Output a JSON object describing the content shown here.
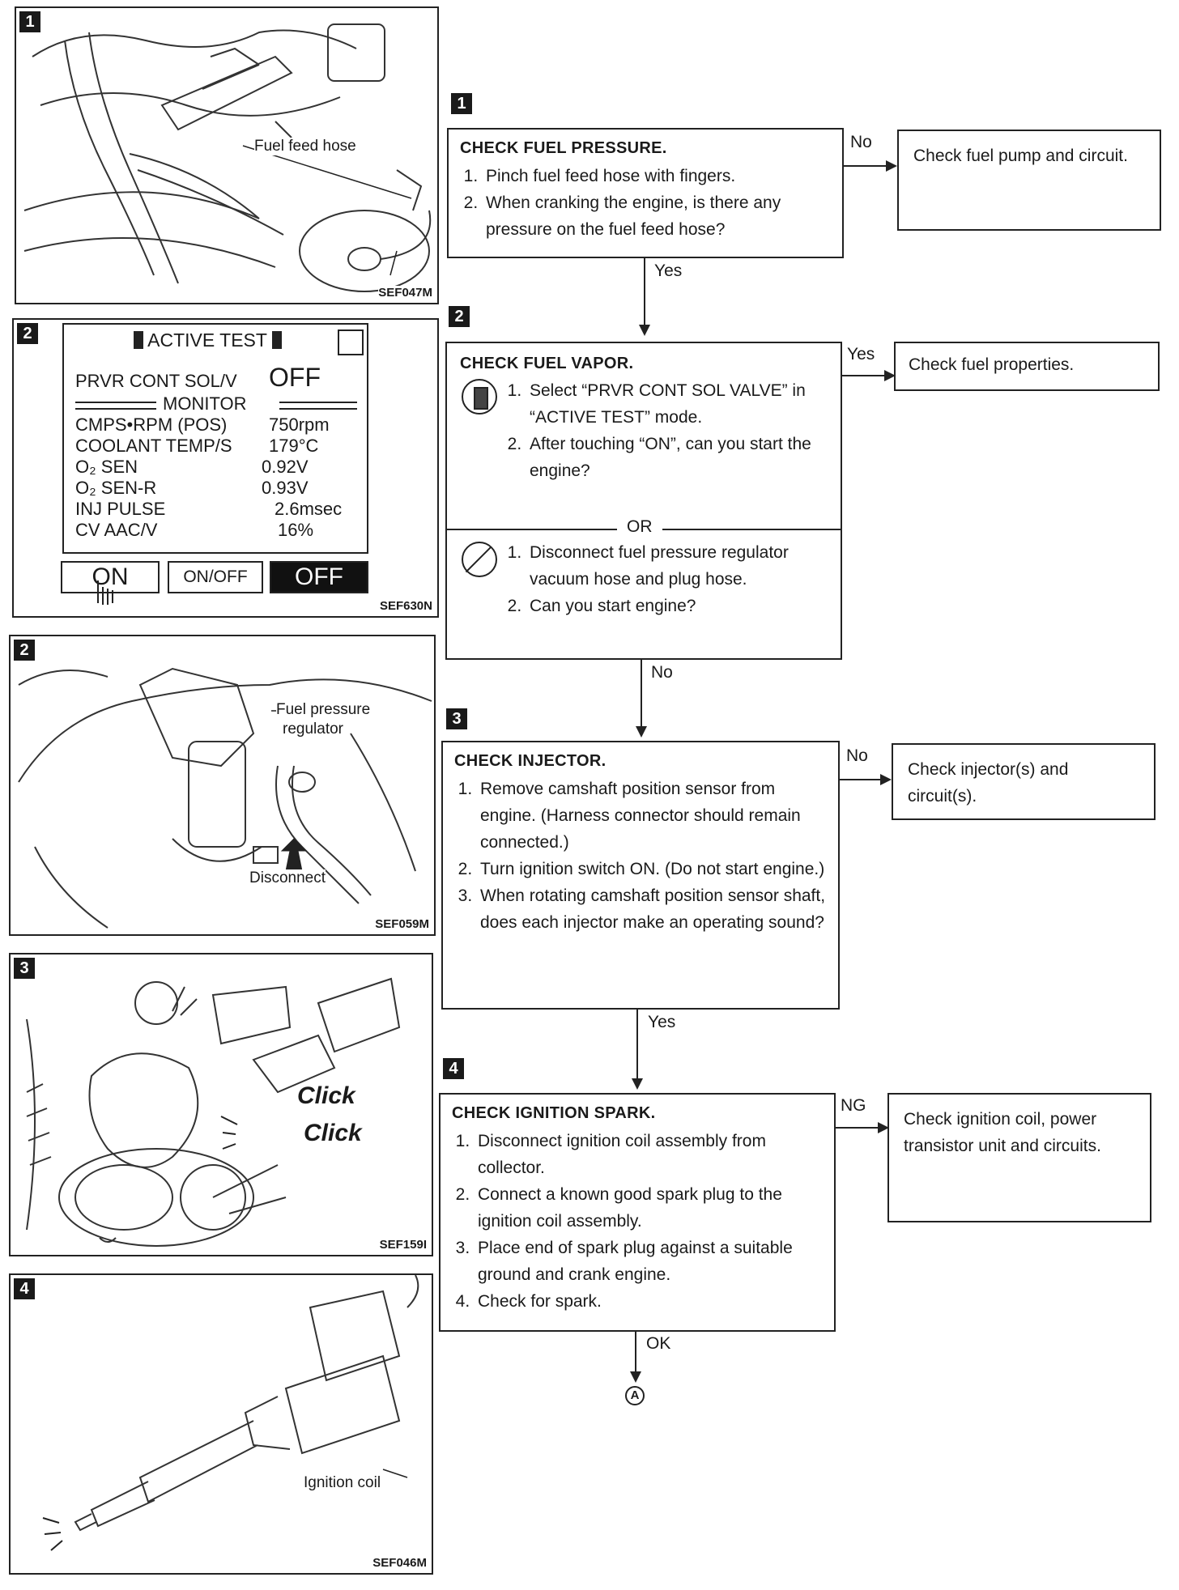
{
  "figures": [
    {
      "number": "1",
      "callout": "Fuel feed hose",
      "code": "SEF047M"
    },
    {
      "number": "2",
      "code": "SEF630N",
      "consult": {
        "title": "ACTIVE TEST",
        "test_item": "PRVR CONT SOL/V",
        "test_state": "OFF",
        "monitor_label": "MONITOR",
        "rows": [
          {
            "label": "CMPS•RPM (POS)",
            "value": "750rpm"
          },
          {
            "label": "COOLANT TEMP/S",
            "value": "179°C"
          },
          {
            "label": "O₂ SEN",
            "value": "0.92V"
          },
          {
            "label": "O₂ SEN-R",
            "value": "0.93V"
          },
          {
            "label": "INJ PULSE",
            "value": "2.6msec"
          },
          {
            "label": "CV AAC/V",
            "value": "16%"
          }
        ],
        "buttons": [
          "ON",
          "ON/OFF",
          "OFF"
        ]
      }
    },
    {
      "number": "2",
      "callout1": "Fuel pressure",
      "callout2": "regulator",
      "callout3": "Disconnect",
      "code": "SEF059M"
    },
    {
      "number": "3",
      "sound1": "Click",
      "sound2": "Click",
      "code": "SEF159I"
    },
    {
      "number": "4",
      "callout": "Ignition coil",
      "code": "SEF046M"
    }
  ],
  "flow": {
    "step1": {
      "number": "1",
      "title": "CHECK FUEL PRESSURE.",
      "items": [
        "Pinch fuel feed hose with fingers.",
        "When cranking the engine, is there any pressure on the fuel feed hose?"
      ],
      "no_label": "No",
      "no_result": "Check fuel pump and circuit.",
      "yes_label": "Yes"
    },
    "step2": {
      "number": "2",
      "title": "CHECK FUEL VAPOR.",
      "items_a": [
        "Select “PRVR CONT SOL VALVE” in “ACTIVE TEST” mode.",
        "After touching “ON”, can you start the engine?"
      ],
      "or_label": "OR",
      "items_b": [
        "Disconnect fuel pressure regulator vacuum hose and plug hose.",
        "Can you start engine?"
      ],
      "yes_label": "Yes",
      "yes_result": "Check fuel properties.",
      "no_label": "No"
    },
    "step3": {
      "number": "3",
      "title": "CHECK INJECTOR.",
      "items": [
        "Remove camshaft position sensor from engine. (Harness connector should remain connected.)",
        "Turn ignition switch ON. (Do not start engine.)",
        "When rotating camshaft position sensor shaft, does each injector make an operating sound?"
      ],
      "no_label": "No",
      "no_result": "Check injector(s) and circuit(s).",
      "yes_label": "Yes"
    },
    "step4": {
      "number": "4",
      "title": "CHECK IGNITION SPARK.",
      "items": [
        "Disconnect ignition coil assembly from collector.",
        "Connect a known good spark plug to the ignition coil assembly.",
        "Place end of spark plug against a suitable ground and crank engine.",
        "Check for spark."
      ],
      "ng_label": "NG",
      "ng_result": "Check ignition coil, power transistor unit and circuits.",
      "ok_label": "OK",
      "connector": "A"
    }
  }
}
